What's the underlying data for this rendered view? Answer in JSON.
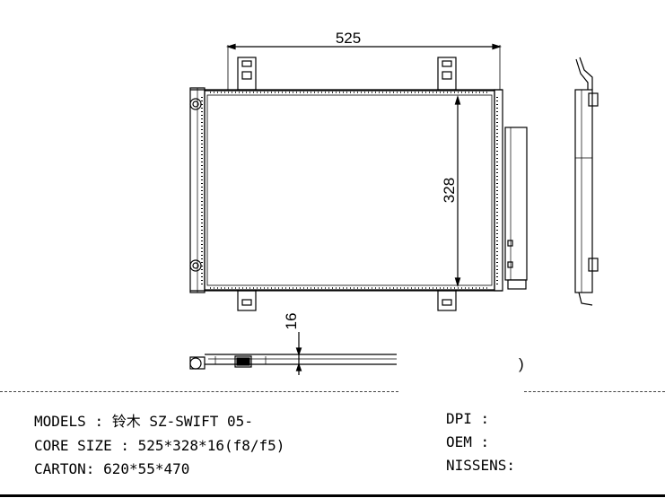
{
  "dimensions": {
    "width": "525",
    "height": "328",
    "thickness": "16"
  },
  "specs": {
    "models_label": "MODELS",
    "models_sep": ":",
    "models_value": "铃木 SZ-SWIFT 05-",
    "core_label": "CORE SIZE",
    "core_sep": ":",
    "core_value": "525*328*16(f8/f5)",
    "carton_label": "CARTON:",
    "carton_value": "620*55*470"
  },
  "refs": {
    "dpi_label": "DPI",
    "dpi_sep": ":",
    "oem_label": "OEM",
    "oem_sep": ":",
    "nissens_label": "NISSENS:"
  },
  "misc": {
    "paren": ")"
  }
}
